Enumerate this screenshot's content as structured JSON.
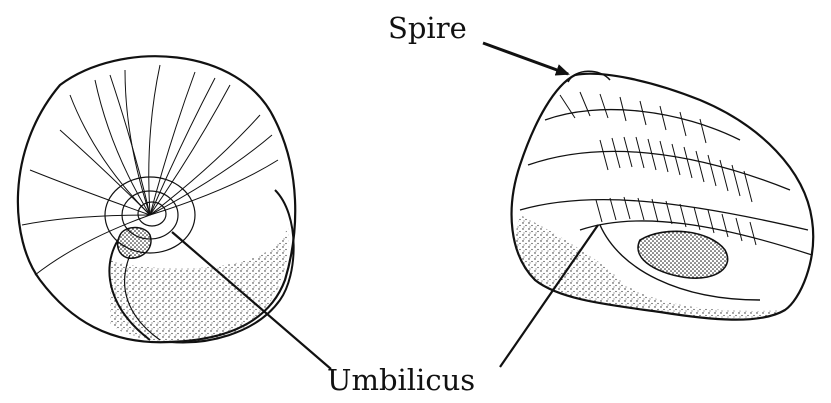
{
  "labels": {
    "spire": "Spire",
    "umbilicus": "Umbilicus"
  },
  "figures": [
    {
      "name": "snail-shell-umbilical-view"
    },
    {
      "name": "snail-shell-side-view"
    }
  ],
  "colors": {
    "ink": "#111111",
    "background": "#ffffff"
  }
}
